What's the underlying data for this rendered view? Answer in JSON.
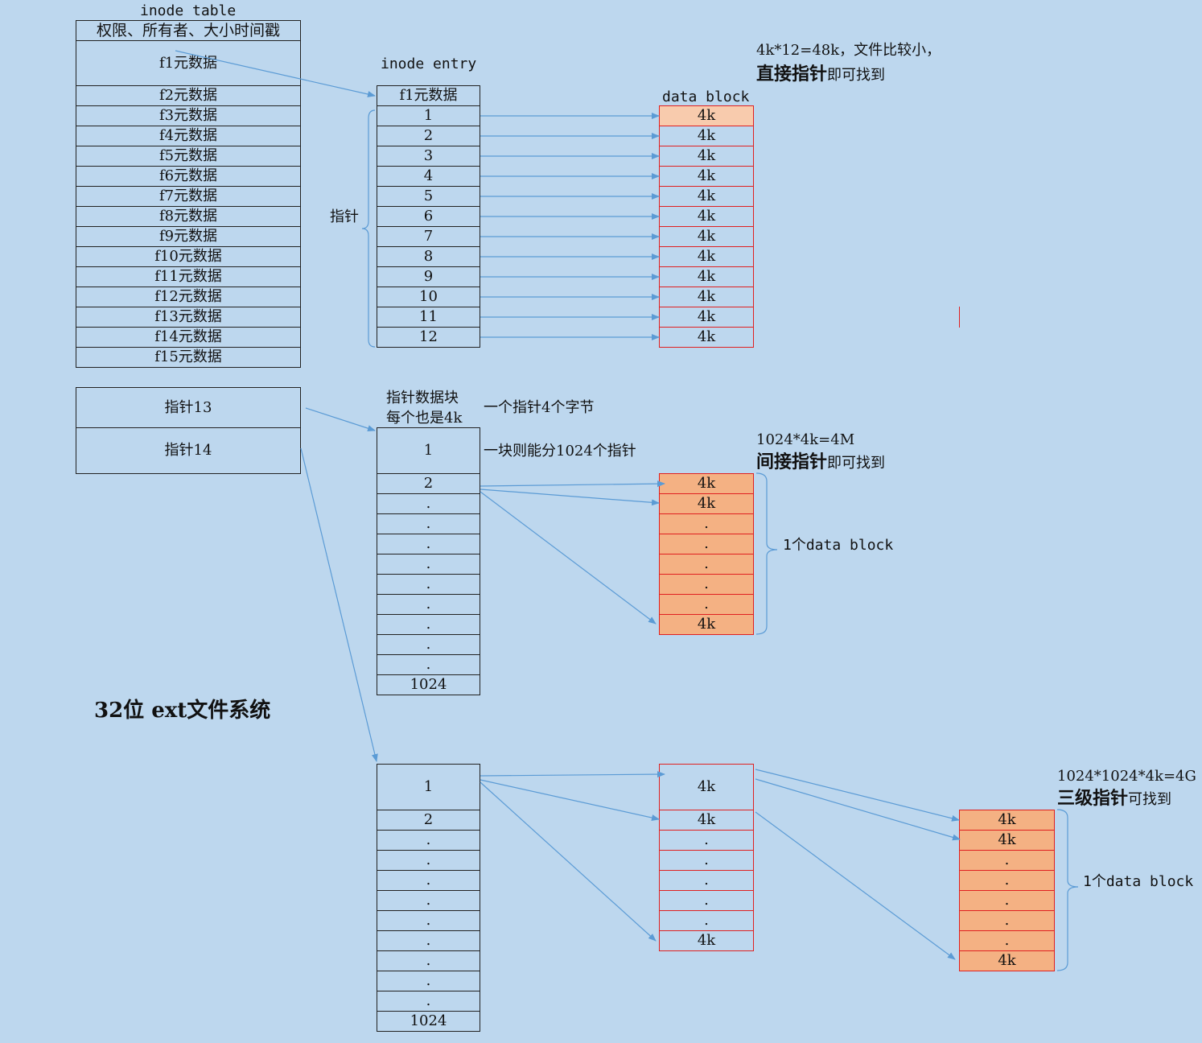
{
  "inode_table": {
    "title": "inode table",
    "header": "权限、所有者、大小时间戳",
    "rows": [
      "f1元数据",
      "f2元数据",
      "f3元数据",
      "f4元数据",
      "f5元数据",
      "f6元数据",
      "f7元数据",
      "f8元数据",
      "f9元数据",
      "f10元数据",
      "f11元数据",
      "f12元数据",
      "f13元数据",
      "f14元数据",
      "f15元数据"
    ],
    "pointers": [
      "指针13",
      "指针14"
    ]
  },
  "inode_entry": {
    "title": "inode entry",
    "header": "f1元数据",
    "rows": [
      "1",
      "2",
      "3",
      "4",
      "5",
      "6",
      "7",
      "8",
      "9",
      "10",
      "11",
      "12"
    ],
    "brace_label": "指针"
  },
  "direct_blocks": {
    "title": "data block",
    "cells": [
      "4k",
      "4k",
      "4k",
      "4k",
      "4k",
      "4k",
      "4k",
      "4k",
      "4k",
      "4k",
      "4k",
      "4k"
    ],
    "note_line1": "4k*12=48k，文件比较小，",
    "note_bold": "直接指针",
    "note_rest": "即可找到"
  },
  "indirect": {
    "label_line1": "指针数据块",
    "label_line2": "每个也是4k",
    "note_pointer_size": "一个指针4个字节",
    "note_count": "一块则能分1024个指针",
    "rows": [
      "1",
      "2",
      ".",
      ".",
      ".",
      ".",
      ".",
      ".",
      ".",
      ".",
      ".",
      "1024"
    ],
    "blocks": [
      "4k",
      "4k",
      ".",
      ".",
      ".",
      ".",
      ".",
      "4k"
    ],
    "brace_label": "1个data block",
    "calc": "1024*4k=4M",
    "note_bold": "间接指针",
    "note_rest": "即可找到"
  },
  "triple": {
    "rows": [
      "1",
      "2",
      ".",
      ".",
      ".",
      ".",
      ".",
      ".",
      ".",
      ".",
      ".",
      "1024"
    ],
    "mid_blocks": [
      "4k",
      "4k",
      ".",
      ".",
      ".",
      ".",
      ".",
      "4k"
    ],
    "final_blocks": [
      "4k",
      "4k",
      ".",
      ".",
      ".",
      ".",
      ".",
      "4k"
    ],
    "brace_label": "1个data block",
    "calc": "1024*1024*4k=4G",
    "note_bold": "三级指针",
    "note_rest": "可找到"
  },
  "caption": "32位 ext文件系统",
  "colors": {
    "background": "#bdd7ee",
    "block_light": "#f8cbad",
    "block": "#f4b183",
    "border_red": "#e02020",
    "arrow": "#5b9bd5"
  }
}
